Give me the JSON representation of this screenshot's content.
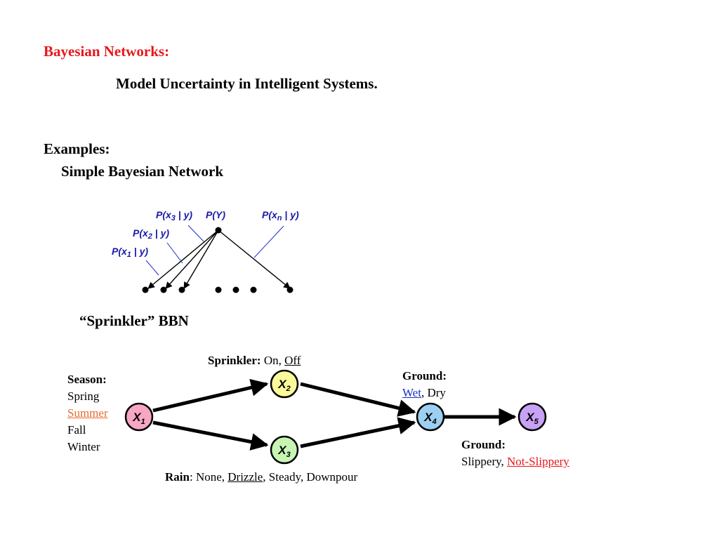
{
  "header": {
    "title": "Bayesian Networks:",
    "subtitle": "Model Uncertainty in Intelligent Systems."
  },
  "examples": {
    "label": "Examples:",
    "simple_title": "Simple Bayesian Network",
    "sprinkler_title": "“Sprinkler” BBN"
  },
  "simple_network": {
    "labels": [
      {
        "base": "x",
        "sub": "3",
        "text_prefix": "P(",
        "text_suffix": " | y)"
      },
      {
        "base": "x",
        "sub": "2",
        "text_prefix": "P(",
        "text_suffix": " | y)"
      },
      {
        "base": "x",
        "sub": "1",
        "text_prefix": "P(",
        "text_suffix": " | y)"
      },
      {
        "base": "x",
        "sub": "n",
        "text_prefix": "P(",
        "text_suffix": " | y)"
      }
    ],
    "py_label": "P(Y)"
  },
  "bbn": {
    "nodes": [
      {
        "id": "x1",
        "base": "X",
        "sub": "1",
        "color": "#f7a6c4"
      },
      {
        "id": "x2",
        "base": "X",
        "sub": "2",
        "color": "#fafa9a"
      },
      {
        "id": "x3",
        "base": "X",
        "sub": "3",
        "color": "#c8f5b4"
      },
      {
        "id": "x4",
        "base": "X",
        "sub": "4",
        "color": "#9ccff2"
      },
      {
        "id": "x5",
        "base": "X",
        "sub": "5",
        "color": "#c8a2f5"
      }
    ],
    "season": {
      "label": "Season:",
      "values": [
        "Spring",
        "Summer",
        "Fall",
        "Winter"
      ]
    },
    "sprinkler": {
      "label": "Sprinkler:",
      "value_on": "On",
      "sep": ", ",
      "value_off": "Off"
    },
    "ground_wet": {
      "label": "Ground:",
      "value_wet": "Wet",
      "rest": ", Dry"
    },
    "ground_slip": {
      "label": "Ground:",
      "value_slip": "Slippery, ",
      "value_notslip": "Not-Slippery"
    },
    "rain": {
      "label": "Rain",
      "pre": ": None, ",
      "drizzle": "Drizzle",
      "post": ", Steady, Downpour"
    }
  }
}
